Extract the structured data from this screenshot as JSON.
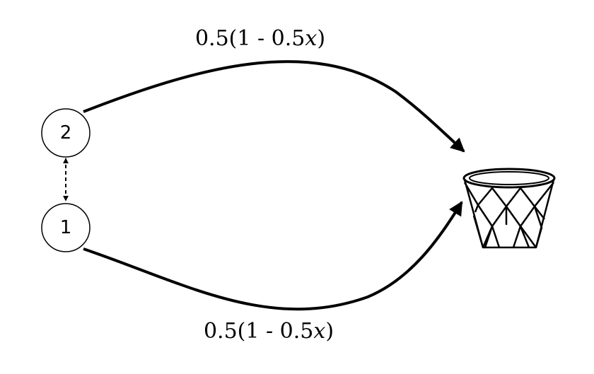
{
  "nodes": [
    {
      "id": "2",
      "label": "2"
    },
    {
      "id": "1",
      "label": "1"
    }
  ],
  "edges": {
    "top": {
      "from": "2",
      "to": "basket",
      "label_prefix": "0.5(1 - 0.5",
      "label_var": "x",
      "label_suffix": ")"
    },
    "bottom": {
      "from": "1",
      "to": "basket",
      "label_prefix": "0.5(1 - 0.5",
      "label_var": "x",
      "label_suffix": ")"
    }
  },
  "link": {
    "between": [
      "1",
      "2"
    ],
    "style": "dashed",
    "direction": "both"
  },
  "target": {
    "icon": "basketball-hoop-icon"
  }
}
